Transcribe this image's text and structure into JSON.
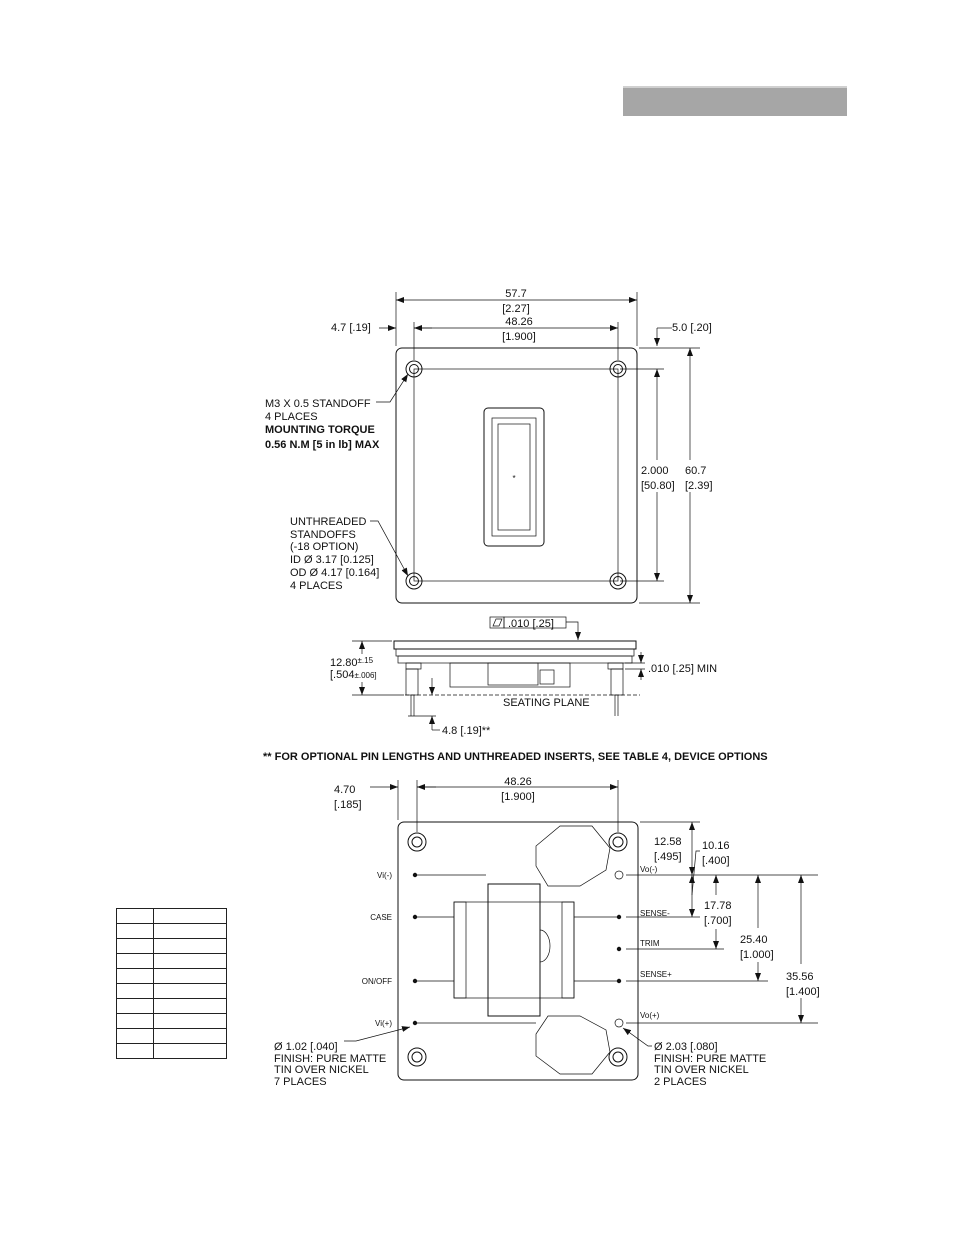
{
  "header": {
    "bar_color": "#a6a6a6"
  },
  "top_view": {
    "overall_width": "57.7",
    "overall_width_in": "[2.27]",
    "hole_spacing_x": "48.26",
    "hole_spacing_x_in": "[1.900]",
    "left_offset": "4.7 [.19]",
    "top_offset": "5.0 [.20]",
    "hole_spacing_y": "2.000",
    "hole_spacing_y_mm": "[50.80]",
    "overall_height": "60.7",
    "overall_height_in": "[2.39]",
    "standoff_note": [
      "M3 X 0.5  STANDOFF",
      "4 PLACES",
      "MOUNTING TORQUE",
      "0.56 N.M [5 in lb] MAX"
    ],
    "unthreaded_note": [
      "UNTHREADED",
      "STANDOFFS",
      "(-18 OPTION)",
      "ID Ø 3.17 [0.125]",
      "OD Ø 4.17 [0.164]",
      "4 PLACES"
    ]
  },
  "side_view": {
    "flatness": ".010  [.25]",
    "height": "12.80",
    "height_tol": "±.15",
    "height_in": "[.504",
    "height_in_tol": "±.006]",
    "clearance": ".010 [.25] MIN",
    "seating_plane": "SEATING  PLANE",
    "pin_length": "4.8 [.19]**"
  },
  "footnote": "** FOR OPTIONAL PIN LENGTHS AND UNTHREADED INSERTS, SEE TABLE 4, DEVICE OPTIONS",
  "bottom_view": {
    "left_offset": "4.70",
    "left_offset_in": "[.185]",
    "width": "48.26",
    "width_in": "[1.900]",
    "dim_12_58": "12.58",
    "dim_12_58_in": "[.495]",
    "dim_10_16": "10.16",
    "dim_10_16_in": "[.400]",
    "dim_17_78": "17.78",
    "dim_17_78_in": "[.700]",
    "dim_25_40": "25.40",
    "dim_25_40_in": "[1.000]",
    "dim_35_56": "35.56",
    "dim_35_56_in": "[1.400]",
    "pins_left": [
      "Vi(-)",
      "CASE",
      "ON/OFF",
      "Vi(+)"
    ],
    "pins_right": [
      "Vo(-)",
      "SENSE-",
      "TRIM",
      "SENSE+",
      "Vo(+)"
    ],
    "small_pin_note": [
      "Ø 1.02 [.040]",
      "FINISH: PURE MATTE",
      "TIN OVER NICKEL",
      "7 PLACES"
    ],
    "large_pin_note": [
      "Ø 2.03 [.080]",
      "FINISH: PURE MATTE",
      "TIN OVER NICKEL",
      "2 PLACES"
    ]
  },
  "pin_table_rows": 10
}
